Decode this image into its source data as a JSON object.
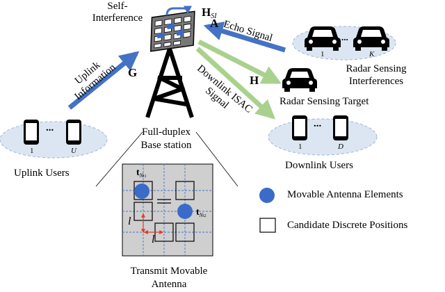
{
  "labels": {
    "self_interference": "Self-\nInterference",
    "hsi": "H",
    "hsi_sub": "SI",
    "a_symbol": "A",
    "echo_signal": "Echo Signal",
    "g_symbol": "G",
    "h_symbol": "H",
    "uplink_information": "Uplink\nInformation",
    "downlink_isac": "Downlink ISAC\nSignal",
    "radar_interferences": "Radar Sensing\nInterferences",
    "radar_target": "Radar Sensing Target",
    "base_station": "Full-duplex\nBase station",
    "uplink_users": "Uplink Users",
    "downlink_users": "Downlink Users",
    "transmit_ma": "Transmit Movable\nAntenna",
    "legend_ma": "Movable Antenna Elements",
    "legend_positions": "Candidate Discrete Positions",
    "uplink_idx_1": "1",
    "uplink_idx_u": "U",
    "downlink_idx_1": "1",
    "downlink_idx_d": "D",
    "interf_idx_1": "1",
    "interf_idx_k": "K",
    "ellipsis": "...",
    "t_symbol": "t",
    "t1_sub": "N",
    "t1_subsub": "t1",
    "t2_sub": "N",
    "t2_subsub": "t2",
    "l_symbol": "l"
  },
  "colors": {
    "blue_arrow": "#4472c4",
    "green_arrow": "#a9d18e",
    "ellipse_fill": "#dce6f2",
    "ellipse_stroke": "#9db4d4",
    "antenna_element": "#3a6bc9",
    "panel_fill": "#cfcfcf",
    "red_arrow": "#e23a2a"
  }
}
